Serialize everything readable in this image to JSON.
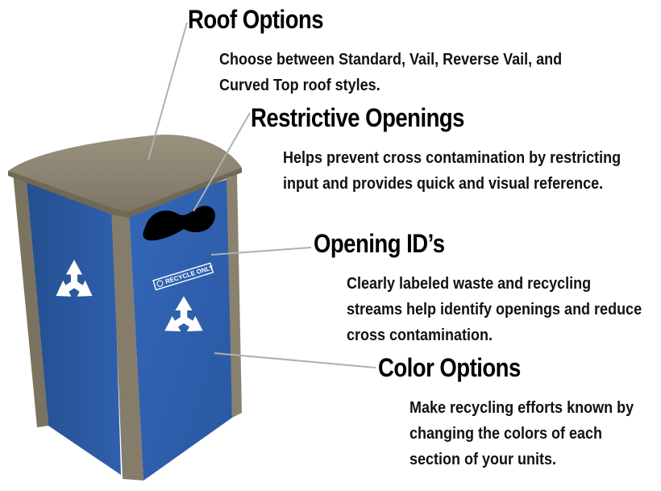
{
  "features": [
    {
      "title": "Roof Options",
      "description": "Choose between Standard, Vail, Reverse Vail, and Curved Top roof styles."
    },
    {
      "title": "Restrictive Openings",
      "description": "Helps prevent cross contamination by restricting input and provides quick and visual reference."
    },
    {
      "title": "Opening ID’s",
      "description": "Clearly labeled waste and recycling streams help identify openings and reduce cross contamination."
    },
    {
      "title": "Color Options",
      "description": "Make recycling efforts known by changing the colors of each section of your units."
    }
  ],
  "bin": {
    "label_text": "RECYCLE ONLY",
    "panel_color": "#2f5fae",
    "frame_color": "#8a826f",
    "roof_color": "#8c8472"
  }
}
